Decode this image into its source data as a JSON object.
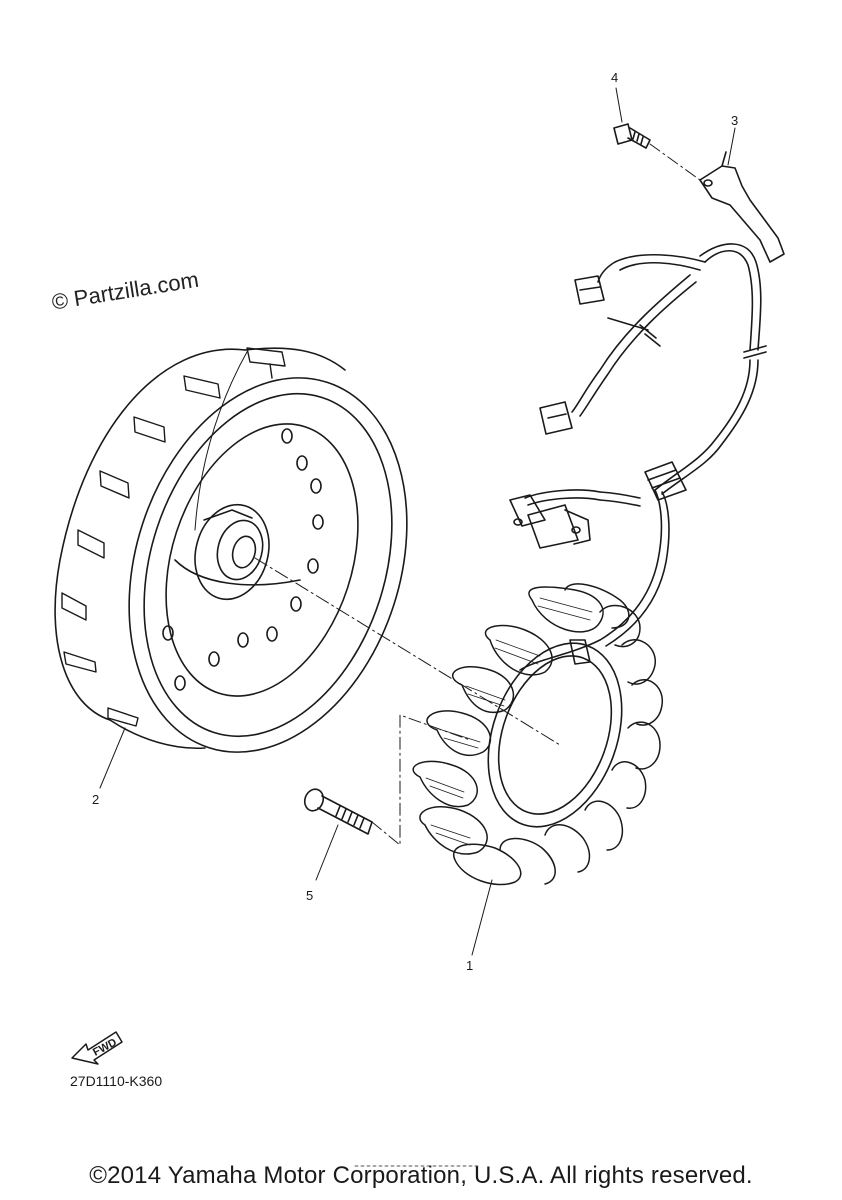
{
  "watermark": "© Partzilla.com",
  "callouts": {
    "one": "1",
    "two": "2",
    "three": "3",
    "four": "4",
    "five": "5"
  },
  "fwd_label": "FWD",
  "diagram_code": "27D1110-K360",
  "copyright": "©2014 Yamaha Motor Corporation, U.S.A. All rights reserved."
}
